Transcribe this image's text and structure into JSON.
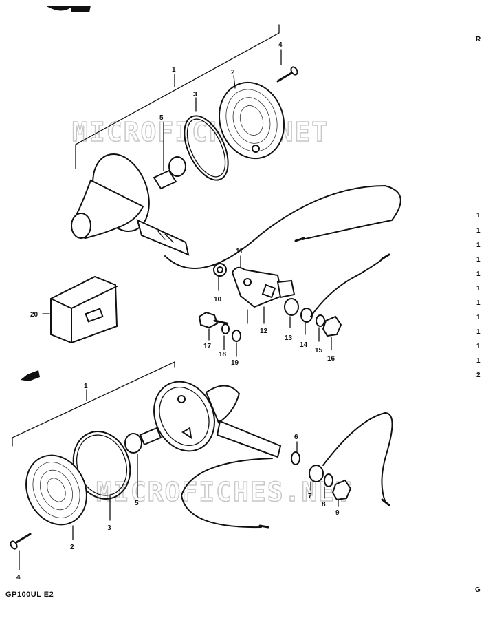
{
  "watermarks": [
    "MICROFICHES.NET",
    "MICROFICHES.NET"
  ],
  "caption": "GP100UL E2",
  "edge_marks": [
    "R",
    "1",
    "1",
    "1",
    "1",
    "1",
    "1",
    "1",
    "1",
    "1",
    "1",
    "1",
    "2",
    "G"
  ],
  "callouts_upper": [
    "1",
    "2",
    "3",
    "4",
    "5",
    "10",
    "11",
    "12",
    "13",
    "14",
    "15",
    "16",
    "17",
    "18",
    "19",
    "20"
  ],
  "callouts_lower": [
    "1",
    "2",
    "3",
    "4",
    "5",
    "6",
    "7",
    "8",
    "9"
  ],
  "colors": {
    "ink": "#111111",
    "watermark": "#c8c8c8",
    "background": "#ffffff"
  }
}
